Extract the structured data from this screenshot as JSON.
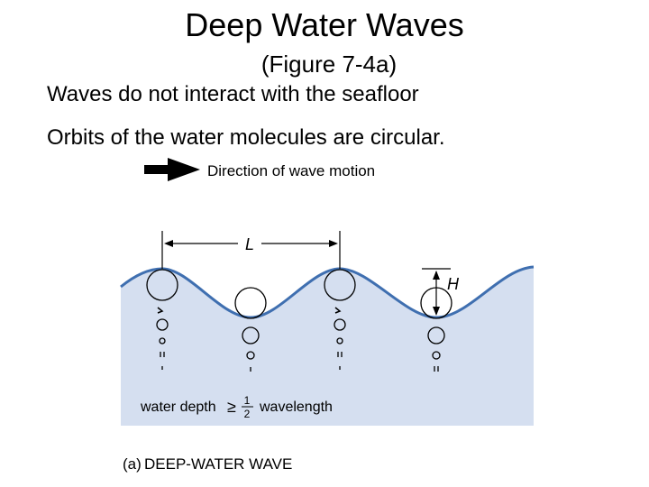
{
  "slide": {
    "title": "Deep Water Waves",
    "subtitle": "(Figure 7-4a)",
    "bullets": [
      "Waves do not interact with the seafloor",
      "Orbits of the water molecules are circular."
    ]
  },
  "figure": {
    "direction_label": "Direction of wave motion",
    "wavelength_symbol": "L",
    "height_symbol": "H",
    "depth_text": "water depth",
    "depth_relation": "≥",
    "fraction_numerator": "1",
    "fraction_denominator": "2",
    "depth_suffix": "wavelength",
    "caption_letter": "(a)",
    "caption_text": "DEEP-WATER WAVE",
    "colors": {
      "water": "#d5dff0",
      "surface": "#3f6fb0",
      "ink": "#000000"
    }
  }
}
